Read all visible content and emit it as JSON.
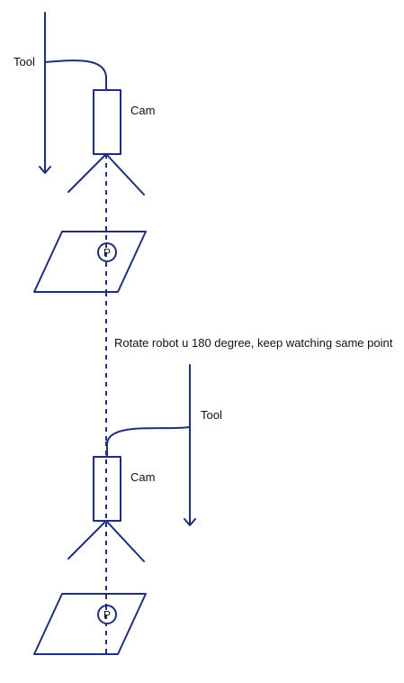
{
  "diagram": {
    "top_scene": {
      "tool_label": "Tool",
      "cam_label": "Cam",
      "point_label": "P"
    },
    "caption": "Rotate robot u 180 degree, keep watching same point",
    "bottom_scene": {
      "tool_label": "Tool",
      "cam_label": "Cam",
      "point_label": "P"
    },
    "colors": {
      "stroke": "#1f2f7a",
      "text": "#111111"
    }
  }
}
